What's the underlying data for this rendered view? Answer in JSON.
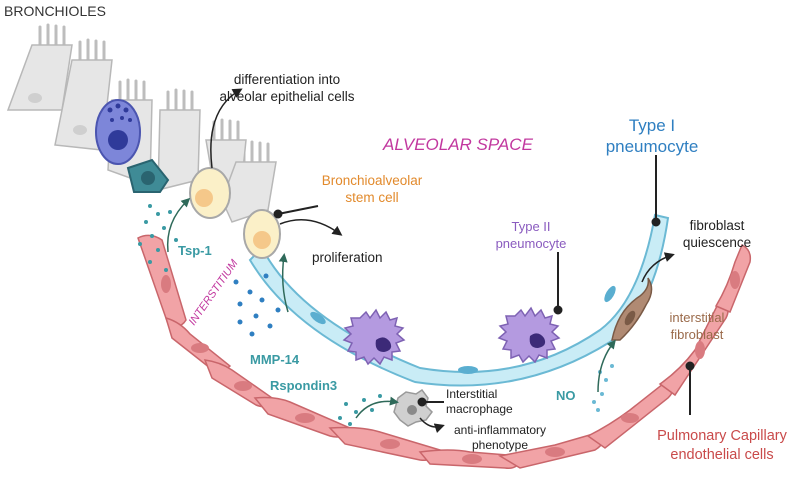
{
  "labels": {
    "bronchioles": "BRONCHIOLES",
    "differentiation_line1": "differentiation into",
    "differentiation_line2": "alveolar epithelial cells",
    "alveolar_space": "ALVEOLAR SPACE",
    "type1_line1": "Type I",
    "type1_line2": "pneumocyte",
    "basc_line1": "Bronchioalveolar",
    "basc_line2": "stem cell",
    "type2_line1": "Type II",
    "type2_line2": "pneumocyte",
    "fibroblast_q_line1": "fibroblast",
    "fibroblast_q_line2": "quiescence",
    "tsp1": "Tsp-1",
    "proliferation": "proliferation",
    "interstitium": "INTERSTITIUM",
    "interstitial_fibroblast_line1": "interstitial",
    "interstitial_fibroblast_line2": "fibroblast",
    "mmp14": "MMP-14",
    "rspondin3": "Rspondin3",
    "no": "NO",
    "macrophage_line1": "Interstitial",
    "macrophage_line2": "macrophage",
    "anti_inflam_line1": "anti-inflammatory",
    "anti_inflam_line2": "phenotype",
    "pcec_line1": "Pulmonary Capillary",
    "pcec_line2": "endothelial cells"
  },
  "colors": {
    "teal": "#3a9aa3",
    "magenta": "#c2389f",
    "blue": "#2f7fc1",
    "orange": "#e28a2c",
    "purple": "#8a5bbf",
    "brown": "#9a6a4a",
    "red": "#c94a4a",
    "endothelial_fill": "#f1a3a6",
    "epithelium_fill": "#c9ecf6",
    "gray_cell": "#e6e6e6",
    "text_dark": "#333333"
  }
}
